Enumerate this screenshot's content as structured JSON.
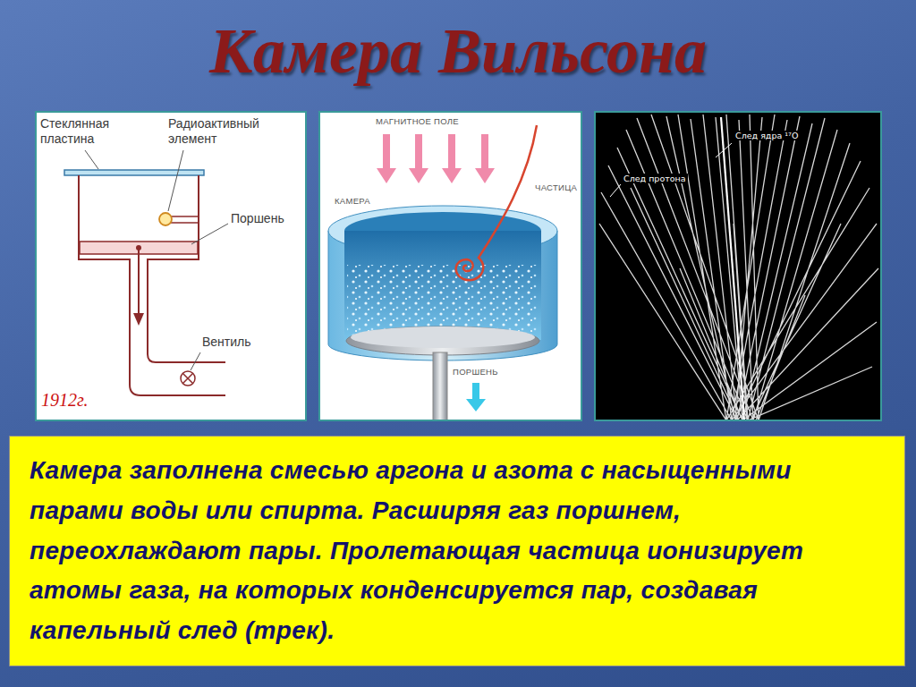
{
  "diagram": {
    "title": "Камера Вильсона",
    "nodes": [
      {
        "text": [
          "Камера заполнена смесью аргона и азота с насыщенными парами воды или спирта. Расширяя газ поршнем, переохлаждают пары. Пролетающая частица ионизирует атомы газа, на которых конденсируется пар, создавая капельный след (трек)."
        ]
      }
    ],
    "labels": [
      "Стеклянная пластина",
      "Радиоактивный элемент",
      "Поршень",
      "Вентиль",
      "1912г.",
      "МАГНИТНОЕ ПОЛЕ",
      "ЧАСТИЦА",
      "КАМЕРА",
      "ПОРШЕНЬ",
      "След ядра ¹⁷O",
      "След протона"
    ]
  }
}
